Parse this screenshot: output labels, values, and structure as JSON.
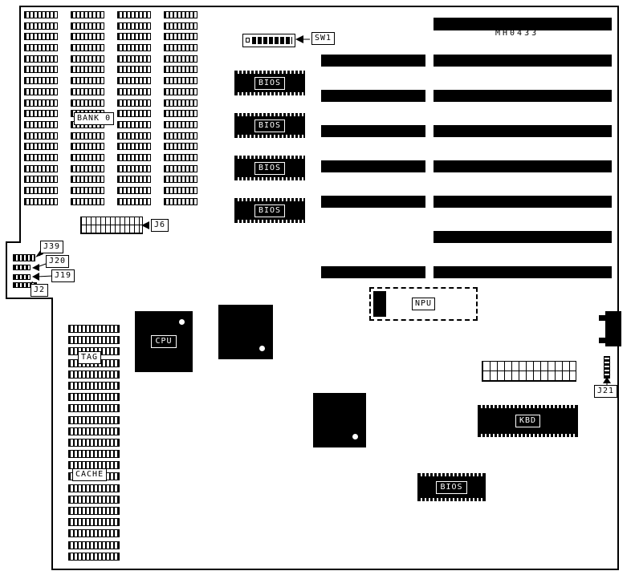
{
  "board": {
    "model": "MH0433"
  },
  "memory": {
    "bank0_label": "BANK 0",
    "tag_label": "TAG",
    "cache_label": "CACHE"
  },
  "chips": {
    "bios_label": "BIOS",
    "cpu_label": "CPU",
    "npu_label": "NPU",
    "kbd_label": "KBD"
  },
  "switches": {
    "sw1_label": "SW1"
  },
  "jumpers": {
    "j6": "J6",
    "j39": "J39",
    "j20": "J20",
    "j19": "J19",
    "j2": "J2",
    "j21": "J21"
  },
  "colors": {
    "ink": "#000000",
    "paper": "#ffffff"
  }
}
